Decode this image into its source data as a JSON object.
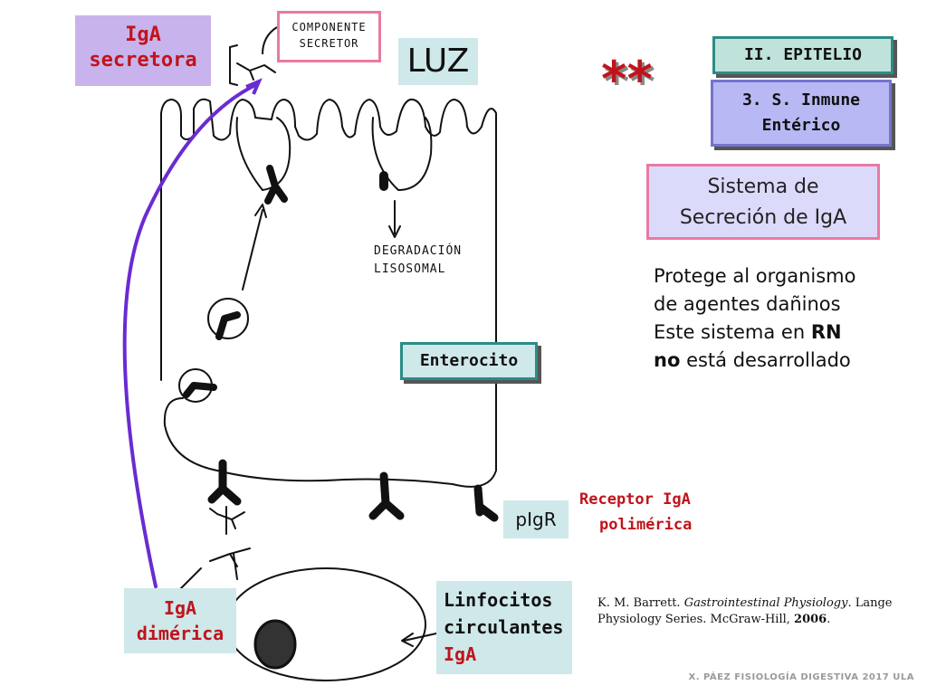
{
  "labels": {
    "iga_secretora": [
      "IgA",
      "secretora"
    ],
    "componente_secretor": [
      "COMPONENTE",
      "SECRETOR"
    ],
    "luz": "LUZ",
    "epitelio": "II. EPITELIO",
    "sistema_inmune": [
      "3. S. Inmune",
      "Entérico"
    ],
    "stars": "**",
    "title": [
      "Sistema de",
      "Secreción de IgA"
    ],
    "description": [
      "Protege al organismo",
      "de agentes dañinos",
      "Este sistema en ",
      "RN",
      "no",
      " está desarrollado"
    ],
    "degradacion": [
      "DEGRADACIÓN",
      "LISOSOMAL"
    ],
    "enterocito": "Enterocito",
    "pigr": "pIgR",
    "receptor": [
      "Receptor IgA",
      "polimérica"
    ],
    "linfocitos": [
      "Linfocitos",
      "circulantes",
      "IgA"
    ],
    "iga_dimerica": [
      "IgA",
      "dimérica"
    ]
  },
  "reference": {
    "author": "K. M. Barrett. ",
    "title": "Gastrointestinal Physiology",
    "publisher": ". Lange Physiology Series. McGraw-Hill, ",
    "year": "2006",
    "end": "."
  },
  "footer": "X. PÁEZ  FISIOLOGÍA DIGESTIVA 2017  ULA",
  "colors": {
    "accent_red": "#c0141c",
    "pathway_purple": "#6a2bd1",
    "pink_border": "#ea7aa4",
    "teal_border": "#2b8c86"
  }
}
